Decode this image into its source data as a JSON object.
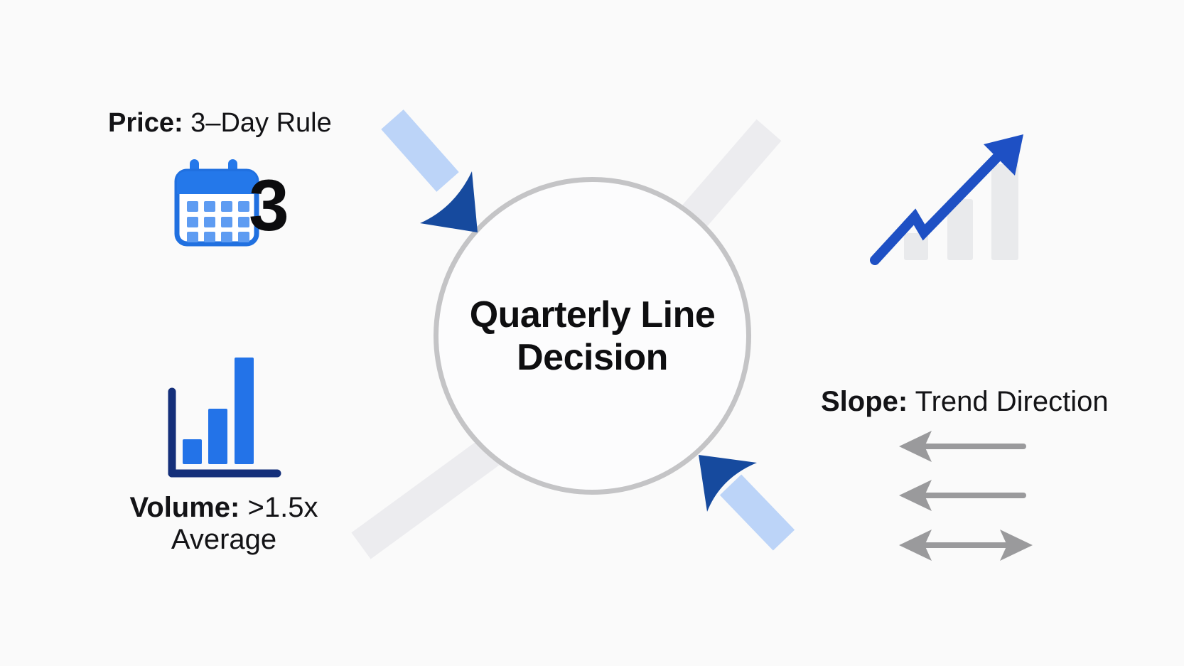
{
  "diagram": {
    "title": "Quarterly Line Decision",
    "center": {
      "line1": "Quarterly Line",
      "line2": "Decision"
    },
    "price": {
      "label_bold": "Price:",
      "label_rest": " 3–Day Rule",
      "number": "3",
      "icon": "calendar-icon"
    },
    "volume": {
      "label_bold": "Volume:",
      "label_rest": " >1.5x",
      "label_line2": "Average",
      "icon": "bar-chart-icon"
    },
    "slope": {
      "label_bold": "Slope:",
      "label_rest": " Trend Direction",
      "icons": [
        "arrow-left-icon",
        "arrow-left-icon",
        "arrow-left-right-icon"
      ]
    },
    "trend": {
      "icon": "trend-up-arrow-icon"
    },
    "colors": {
      "background": "#fafafa",
      "circle_border": "#c4c4c6",
      "circle_fill": "#fcfcfd",
      "text": "#131316",
      "light_blue_band": "#bcd4f8",
      "navy_arrowhead": "#164a9e",
      "trend_blue": "#1e50c4",
      "calendar_blue": "#2478ea",
      "calendar_grid_blue": "#5e9cf2",
      "volume_bar_blue": "#2373e8",
      "volume_axis_navy": "#142f7a",
      "gray_arrow": "#9a9a9c",
      "gray_band": "#ececef"
    }
  }
}
